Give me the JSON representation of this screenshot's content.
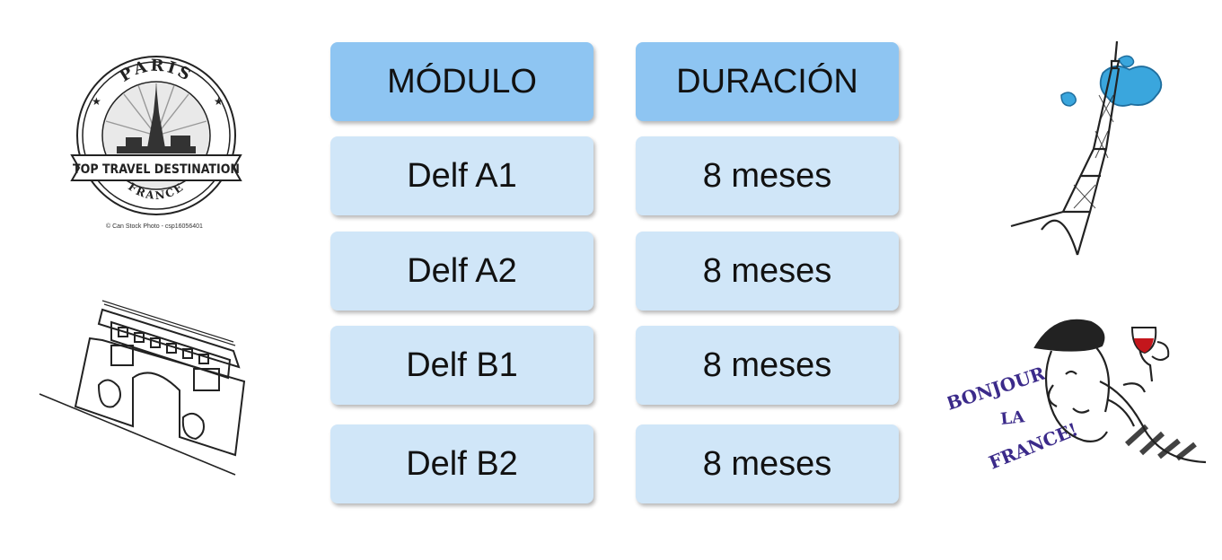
{
  "table": {
    "headers": [
      "MÓDULO",
      "DURACIÓN"
    ],
    "rows": [
      {
        "module": "Delf A1",
        "duration": "8 meses"
      },
      {
        "module": "Delf A2",
        "duration": "8 meses"
      },
      {
        "module": "Delf B1",
        "duration": "8 meses"
      },
      {
        "module": "Delf B2",
        "duration": "8 meses"
      }
    ]
  },
  "stamp": {
    "top_text": "PARIS",
    "banner_text": "TOP TRAVEL DESTINATION",
    "bottom_text": "FRANCE",
    "caption": "© Can Stock Photo - csp16056401"
  },
  "cartoon": {
    "line1": "BONJOUR",
    "line2": "LA",
    "line3": "FRANCE!"
  },
  "colors": {
    "header_bg": "#8ec5f2",
    "cell_bg": "#d0e6f8",
    "wine": "#c4161c",
    "cloud": "#3aa6dd",
    "text_purple": "#3b2a8a"
  }
}
